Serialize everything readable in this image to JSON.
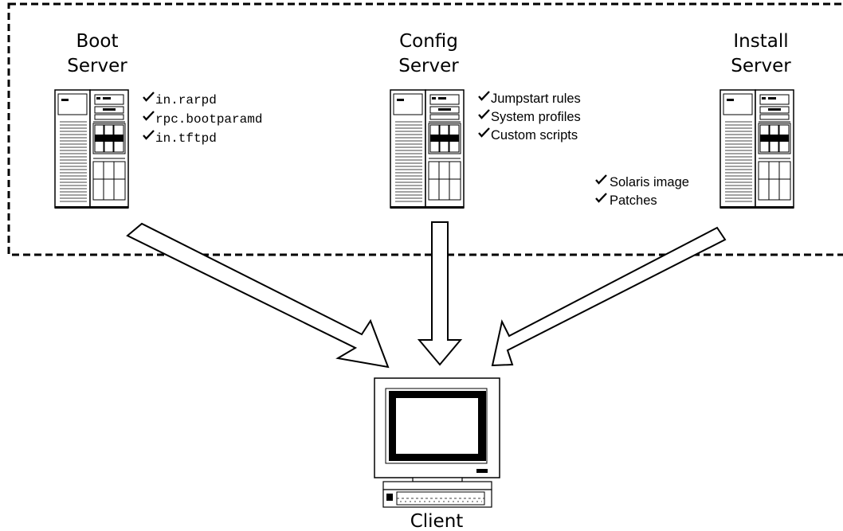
{
  "servers": [
    {
      "id": "boot",
      "title_line1": "Boot",
      "title_line2": "Server",
      "items": [
        "in.rarpd",
        "rpc.bootparamd",
        "in.tftpd"
      ]
    },
    {
      "id": "config",
      "title_line1": "Config",
      "title_line2": "Server",
      "items": [
        "Jumpstart rules",
        "System profiles",
        "Custom scripts"
      ]
    },
    {
      "id": "install",
      "title_line1": "Install",
      "title_line2": "Server",
      "items": [
        "Solaris image",
        "Patches"
      ]
    }
  ],
  "client": {
    "label": "Client"
  }
}
